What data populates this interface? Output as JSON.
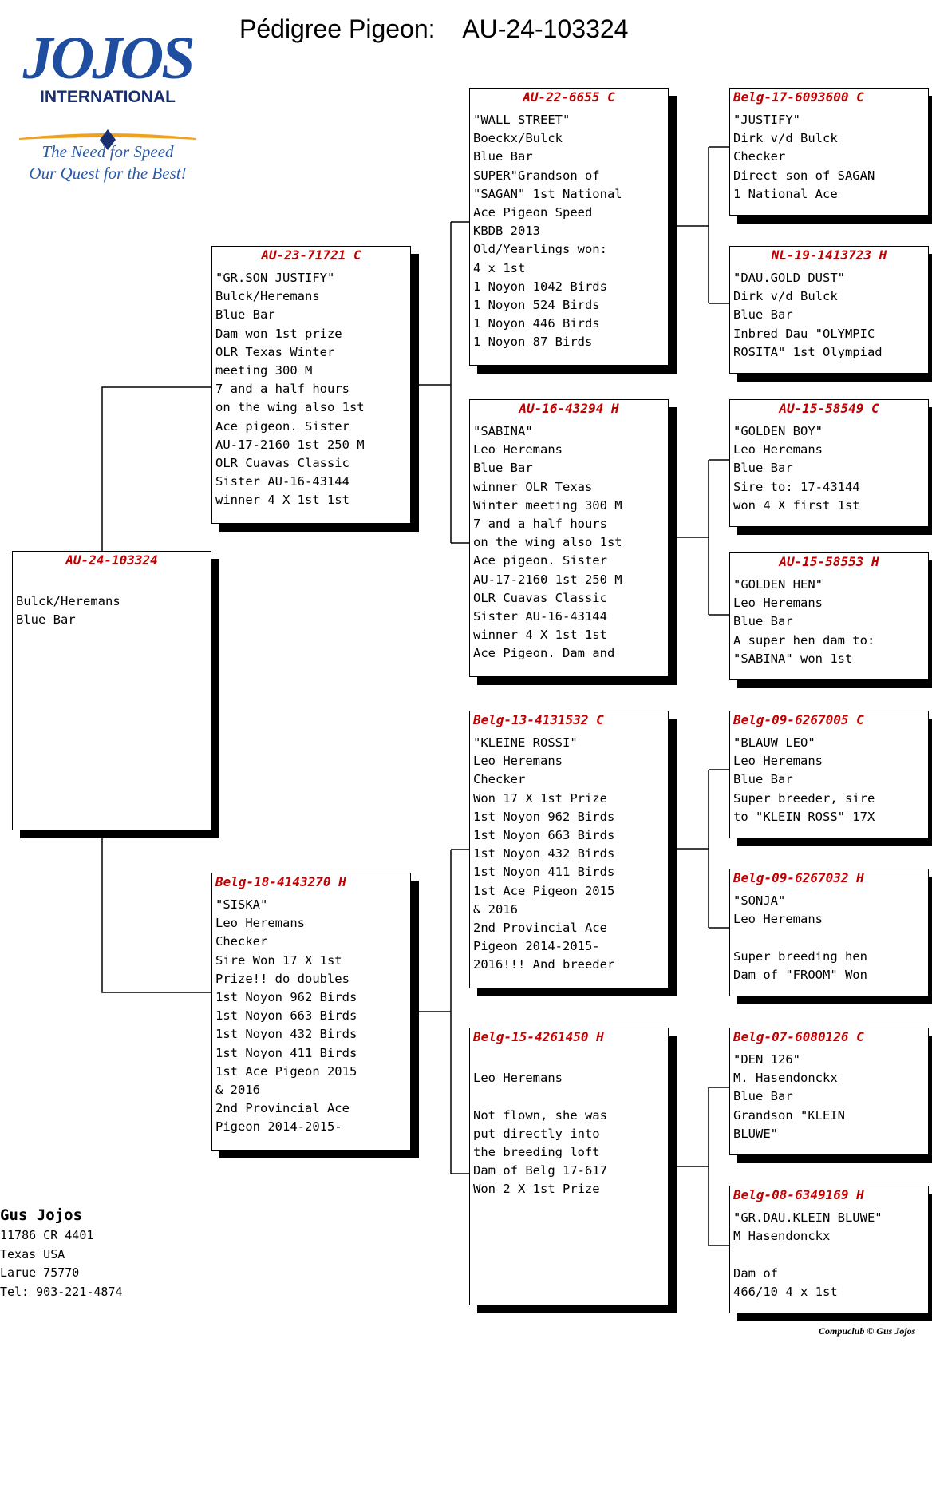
{
  "title": {
    "label": "Pédigree Pigeon:",
    "ring": "AU-24-103324"
  },
  "logo": {
    "brand": "JOJOS",
    "subtitle": "INTERNATIONAL",
    "tagline_1": "The Need for Speed",
    "tagline_2": "Our Quest for the Best!"
  },
  "pigeons": {
    "subject": {
      "ring": "AU-24-103324",
      "lines": [
        "",
        "Bulck/Heremans",
        "Blue Bar"
      ]
    },
    "sire": {
      "ring": "AU-23-71721 C",
      "lines": [
        "\"GR.SON JUSTIFY\"",
        "Bulck/Heremans",
        "Blue Bar",
        "Dam won 1st prize",
        "OLR Texas Winter",
        "meeting 300 M",
        "7 and a half hours",
        "on the wing also 1st",
        "Ace pigeon. Sister",
        "AU-17-2160 1st 250 M",
        "OLR Cuavas Classic",
        "Sister AU-16-43144",
        "winner 4 X 1st 1st"
      ]
    },
    "dam": {
      "ring": "Belg-18-4143270 H",
      "lines": [
        "\"SISKA\"",
        "Leo Heremans",
        "Checker",
        "Sire Won 17 X 1st",
        "Prize!! do doubles",
        "1st Noyon 962 Birds",
        "1st Noyon 663 Birds",
        "1st Noyon 432 Birds",
        "1st Noyon 411 Birds",
        "1st Ace Pigeon 2015",
        "& 2016",
        "2nd Provincial Ace",
        "Pigeon 2014-2015-"
      ]
    },
    "ss": {
      "ring": "AU-22-6655 C",
      "lines": [
        "\"WALL STREET\"",
        "Boeckx/Bulck",
        "Blue Bar",
        "SUPER\"Grandson of",
        "\"SAGAN\" 1st National",
        "Ace Pigeon Speed",
        "KBDB 2013",
        "Old/Yearlings won:",
        "4 x 1st",
        "1 Noyon 1042 Birds",
        "1 Noyon 524 Birds",
        "1 Noyon 446 Birds",
        "1 Noyon 87 Birds"
      ]
    },
    "sd": {
      "ring": "AU-16-43294 H",
      "lines": [
        "\"SABINA\"",
        "Leo Heremans",
        "Blue Bar",
        "winner OLR Texas",
        "Winter meeting 300 M",
        "7 and a half hours",
        "on the wing also 1st",
        "Ace pigeon. Sister",
        "AU-17-2160 1st 250 M",
        "OLR Cuavas Classic",
        "Sister AU-16-43144",
        "winner 4 X 1st 1st",
        "Ace Pigeon. Dam and"
      ]
    },
    "ds": {
      "ring": "Belg-13-4131532 C",
      "lines": [
        "\"KLEINE ROSSI\"",
        "Leo Heremans",
        "Checker",
        "Won 17 X 1st Prize",
        "1st Noyon 962 Birds",
        "1st Noyon 663 Birds",
        "1st Noyon 432 Birds",
        "1st Noyon 411 Birds",
        "1st Ace Pigeon 2015",
        "& 2016",
        "2nd Provincial Ace",
        "Pigeon 2014-2015-",
        "2016!!! And breeder"
      ]
    },
    "dd": {
      "ring": "Belg-15-4261450 H",
      "lines": [
        "",
        "Leo Heremans",
        "",
        "Not flown, she was",
        "put directly into",
        "the breeding loft",
        "Dam of Belg 17-617",
        "Won 2 X 1st Prize"
      ]
    },
    "sss": {
      "ring": "Belg-17-6093600 C",
      "lines": [
        "\"JUSTIFY\"",
        "Dirk v/d Bulck",
        "Checker",
        "Direct son of SAGAN",
        "1 National Ace"
      ]
    },
    "ssd": {
      "ring": "NL-19-1413723 H",
      "lines": [
        "\"DAU.GOLD DUST\"",
        "Dirk v/d Bulck",
        "Blue Bar",
        "Inbred Dau \"OLYMPIC",
        "ROSITA\" 1st Olympiad"
      ]
    },
    "sds": {
      "ring": "AU-15-58549 C",
      "lines": [
        "\"GOLDEN BOY\"",
        "Leo Heremans",
        "Blue Bar",
        "Sire to: 17-43144",
        "won 4 X first 1st"
      ]
    },
    "sdd": {
      "ring": "AU-15-58553 H",
      "lines": [
        "\"GOLDEN HEN\"",
        "Leo Heremans",
        "Blue Bar",
        "A super hen dam to:",
        "\"SABINA\" won 1st"
      ]
    },
    "dss": {
      "ring": "Belg-09-6267005 C",
      "lines": [
        "\"BLAUW LEO\"",
        "Leo Heremans",
        "Blue Bar",
        "Super breeder, sire",
        "to \"KLEIN ROSS\" 17X"
      ]
    },
    "dsd": {
      "ring": "Belg-09-6267032 H",
      "lines": [
        "\"SONJA\"",
        "Leo Heremans",
        "",
        "Super breeding hen",
        "Dam of \"FROOM\" Won"
      ]
    },
    "dds": {
      "ring": "Belg-07-6080126 C",
      "lines": [
        "\"DEN 126\"",
        "M. Hasendonckx",
        "Blue Bar",
        "Grandson \"KLEIN",
        "BLUWE\""
      ]
    },
    "ddd": {
      "ring": "Belg-08-6349169 H",
      "lines": [
        "\"GR.DAU.KLEIN BLUWE\"",
        "M Hasendonckx",
        "",
        "Dam of",
        "466/10 4 x 1st"
      ]
    }
  },
  "contact": {
    "name": "Gus Jojos",
    "lines": [
      "11786 CR 4401",
      "Texas USA",
      "Larue 75770",
      "Tel: 903-221-4874"
    ]
  },
  "footer": "Compuclub © Gus Jojos"
}
